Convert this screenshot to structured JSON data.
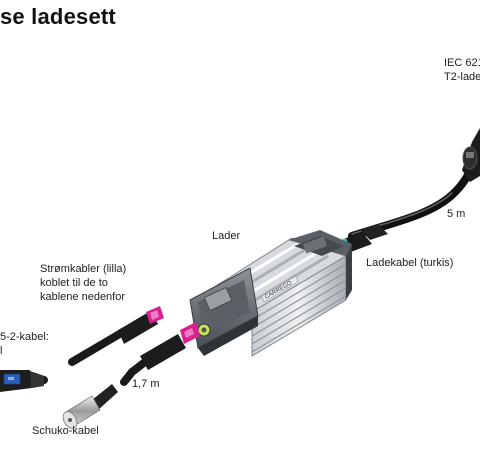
{
  "title": "se ladesett",
  "labels": {
    "iec_line1": "IEC 621",
    "iec_line2": "T2-lade",
    "length_5m": "5 m",
    "lader": "Lader",
    "ladekabel": "Ladekabel (turkis)",
    "stromkabler_line1": "Strømkabler (lilla)",
    "stromkabler_line2": "koblet til de to",
    "stromkabler_line3": "kablene nedenfor",
    "cee_line1": "5-2-kabel:",
    "cee_line2": "l",
    "length_1_7m": "1,7 m",
    "schuko": "Schuko-kabel",
    "device_brand": "CARREGO"
  },
  "colors": {
    "turquoise": "#2ec4cc",
    "magenta": "#d8208e",
    "cable": "#1a1a1a",
    "housing": "#9aa0a6",
    "blue_plug": "#2b5fb8"
  }
}
